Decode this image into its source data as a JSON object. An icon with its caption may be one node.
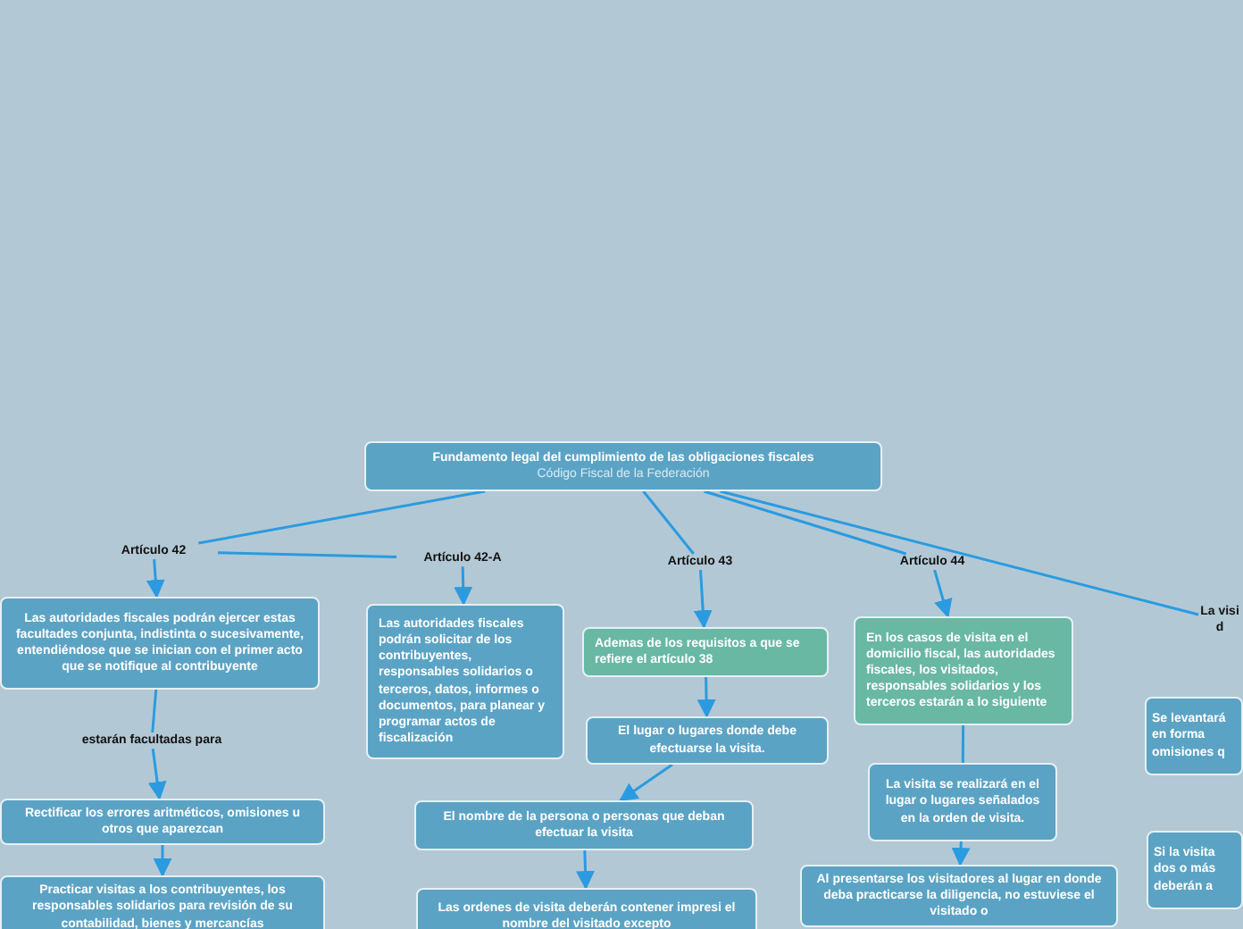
{
  "diagram": {
    "nodes": [
      {
        "text": [
          "Fundamento legal del cumplimiento de las obligaciones fiscales",
          "Código Fiscal de la Federación"
        ]
      },
      {
        "text": [
          "Artículo 42"
        ]
      },
      {
        "text": [
          "Las autoridades fiscales podrán ejercer estas facultades conjunta, indistinta o sucesivamente, entendiéndose que se inician con el primer acto que se notifique al contribuyente"
        ]
      },
      {
        "text": [
          "estarán facultadas para"
        ]
      },
      {
        "text": [
          "Rectificar los errores aritméticos, omisiones u otros que aparezcan"
        ]
      },
      {
        "text": [
          "Practicar visitas a los contribuyentes, los responsables solidarios para revisión de su contabilidad, bienes y mercancías"
        ]
      },
      {
        "text": [
          "Artículo 42-A"
        ]
      },
      {
        "text": [
          "Las autoridades fiscales podrán solicitar de los contribuyentes, responsables solidarios o terceros, datos, informes o documentos, para planear y programar actos de fiscalización"
        ]
      },
      {
        "text": [
          "Artículo 43"
        ]
      },
      {
        "text": [
          "Ademas de los requisitos a que se refiere el artículo 38"
        ]
      },
      {
        "text": [
          "El lugar o lugares donde debe efectuarse la visita."
        ]
      },
      {
        "text": [
          "El nombre de la persona o personas que deban efectuar la visita"
        ]
      },
      {
        "text": [
          "Las ordenes de visita deberán contener impresi el nombre del visitado excepto"
        ]
      },
      {
        "text": [
          "Artículo 44"
        ]
      },
      {
        "text": [
          "En los casos de visita en el domicilio fiscal, las autoridades fiscales, los visitados, responsables solidarios y los terceros estarán a lo siguiente"
        ]
      },
      {
        "text": [
          "La visita se realizará en el lugar o lugares señalados en la orden de visita."
        ]
      },
      {
        "text": [
          "Al presentarse los visitadores al lugar en donde deba practicarse la diligencia, no estuviese el visitado o"
        ]
      },
      {
        "text": [
          "La visi d"
        ]
      },
      {
        "text": [
          "Se levantará en forma omisiones q"
        ]
      },
      {
        "text": [
          "Si la visita dos o más deberán a"
        ]
      }
    ],
    "edges": [
      {
        "from": 0,
        "to": 1,
        "arrow": "none"
      },
      {
        "from": 1,
        "to": 6,
        "arrow": "none"
      },
      {
        "from": 0,
        "to": 8,
        "arrow": "none"
      },
      {
        "from": 0,
        "to": 13,
        "arrow": "none"
      },
      {
        "from": 0,
        "to": 17,
        "arrow": "none"
      },
      {
        "from": 1,
        "to": 2,
        "arrow": "to"
      },
      {
        "from": 2,
        "to": 3,
        "arrow": "none"
      },
      {
        "from": 3,
        "to": 4,
        "arrow": "to"
      },
      {
        "from": 4,
        "to": 5,
        "arrow": "to"
      },
      {
        "from": 6,
        "to": 7,
        "arrow": "to"
      },
      {
        "from": 8,
        "to": 9,
        "arrow": "to"
      },
      {
        "from": 9,
        "to": 10,
        "arrow": "to"
      },
      {
        "from": 10,
        "to": 11,
        "arrow": "to"
      },
      {
        "from": 11,
        "to": 12,
        "arrow": "to"
      },
      {
        "from": 13,
        "to": 14,
        "arrow": "to"
      },
      {
        "from": 14,
        "to": 15,
        "arrow": "none"
      },
      {
        "from": 15,
        "to": 16,
        "arrow": "to"
      }
    ]
  }
}
